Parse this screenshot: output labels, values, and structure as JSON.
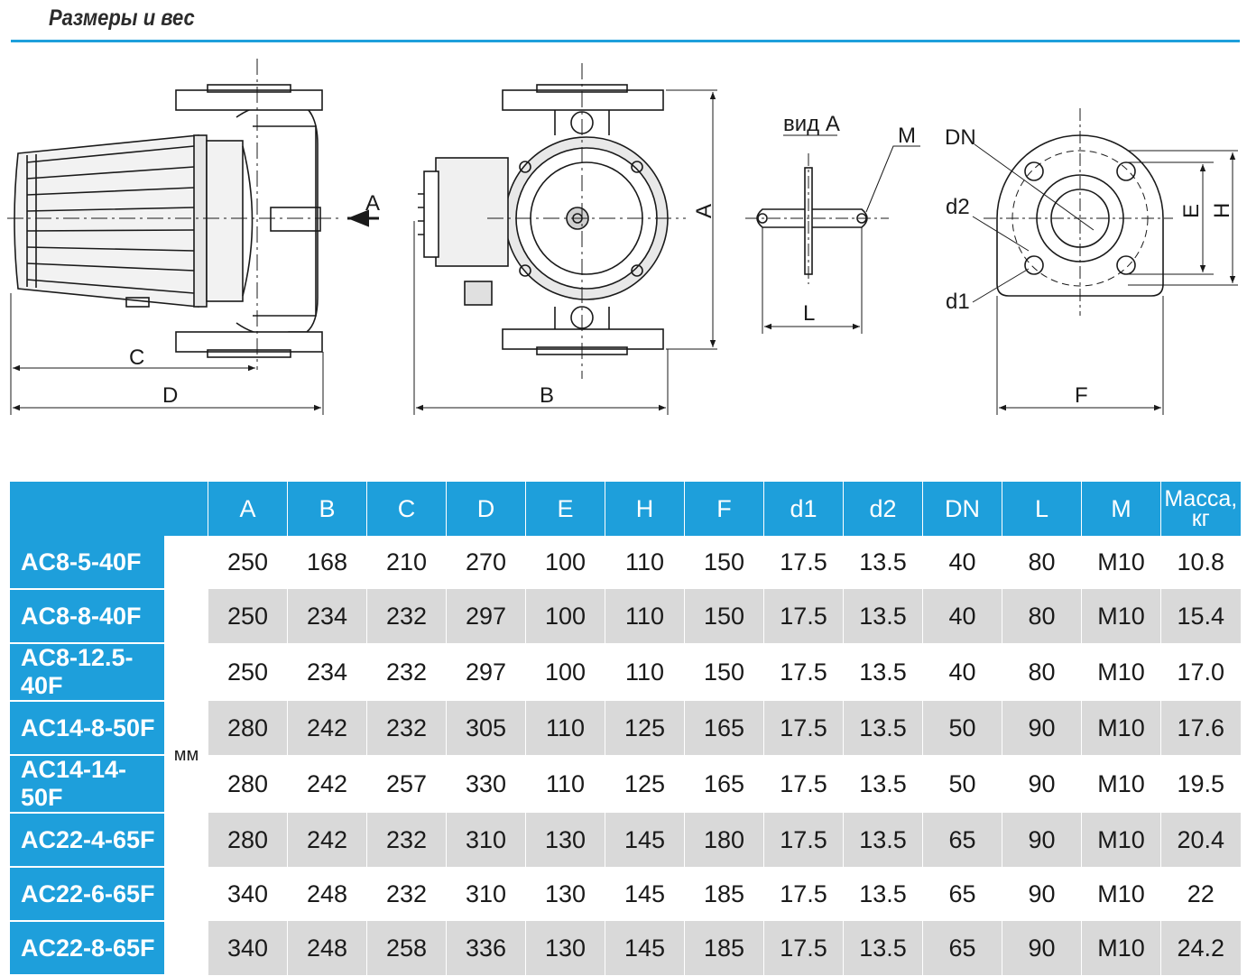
{
  "page": {
    "title": "Размеры и вес"
  },
  "drawing": {
    "labels": {
      "arrow_a": "A",
      "dim_c": "C",
      "dim_d": "D",
      "dim_b": "B",
      "dim_a": "A",
      "view_a": "вид А",
      "m": "M",
      "dim_l": "L",
      "dn": "DN",
      "d2": "d2",
      "d1": "d1",
      "dim_e": "E",
      "dim_h": "H",
      "dim_f": "F"
    }
  },
  "table": {
    "columns": [
      "A",
      "B",
      "C",
      "D",
      "E",
      "H",
      "F",
      "d1",
      "d2",
      "DN",
      "L",
      "M"
    ],
    "mass_header_line1": "Масса,",
    "mass_header_line2": "кг",
    "unit": "мм",
    "rows": [
      {
        "model": "AC8-5-40F",
        "values": [
          "250",
          "168",
          "210",
          "270",
          "100",
          "110",
          "150",
          "17.5",
          "13.5",
          "40",
          "80",
          "M10",
          "10.8"
        ]
      },
      {
        "model": "AC8-8-40F",
        "values": [
          "250",
          "234",
          "232",
          "297",
          "100",
          "110",
          "150",
          "17.5",
          "13.5",
          "40",
          "80",
          "M10",
          "15.4"
        ]
      },
      {
        "model": "AC8-12.5-40F",
        "values": [
          "250",
          "234",
          "232",
          "297",
          "100",
          "110",
          "150",
          "17.5",
          "13.5",
          "40",
          "80",
          "M10",
          "17.0"
        ]
      },
      {
        "model": "AC14-8-50F",
        "values": [
          "280",
          "242",
          "232",
          "305",
          "110",
          "125",
          "165",
          "17.5",
          "13.5",
          "50",
          "90",
          "M10",
          "17.6"
        ]
      },
      {
        "model": "AC14-14-50F",
        "values": [
          "280",
          "242",
          "257",
          "330",
          "110",
          "125",
          "165",
          "17.5",
          "13.5",
          "50",
          "90",
          "M10",
          "19.5"
        ]
      },
      {
        "model": "AC22-4-65F",
        "values": [
          "280",
          "242",
          "232",
          "310",
          "130",
          "145",
          "180",
          "17.5",
          "13.5",
          "65",
          "90",
          "M10",
          "20.4"
        ]
      },
      {
        "model": "AC22-6-65F",
        "values": [
          "340",
          "248",
          "232",
          "310",
          "130",
          "145",
          "185",
          "17.5",
          "13.5",
          "65",
          "90",
          "M10",
          "22"
        ]
      },
      {
        "model": "AC22-8-65F",
        "values": [
          "340",
          "248",
          "258",
          "336",
          "130",
          "145",
          "185",
          "17.5",
          "13.5",
          "65",
          "90",
          "M10",
          "24.2"
        ]
      }
    ]
  }
}
